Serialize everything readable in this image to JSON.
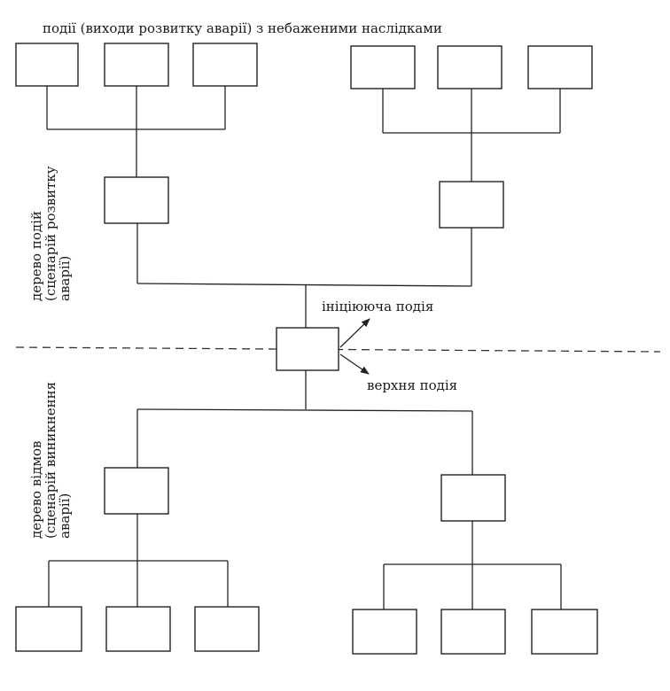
{
  "labels": {
    "top_events": "події (виходи розвитку аварії) з небаженими наслідками",
    "initiating_event": "ініціююча подія",
    "top_event": "верхня подія"
  },
  "event_tree_label": {
    "line1": "дерево подій",
    "line2": "(сценарій розвитку",
    "line3": "аварії)"
  },
  "fault_tree_label": {
    "line1": "дерево відмов",
    "line2": "(сценарій виникнення",
    "line3": "аварії)"
  },
  "colors": {
    "line": "#222222",
    "background": "#ffffff"
  }
}
